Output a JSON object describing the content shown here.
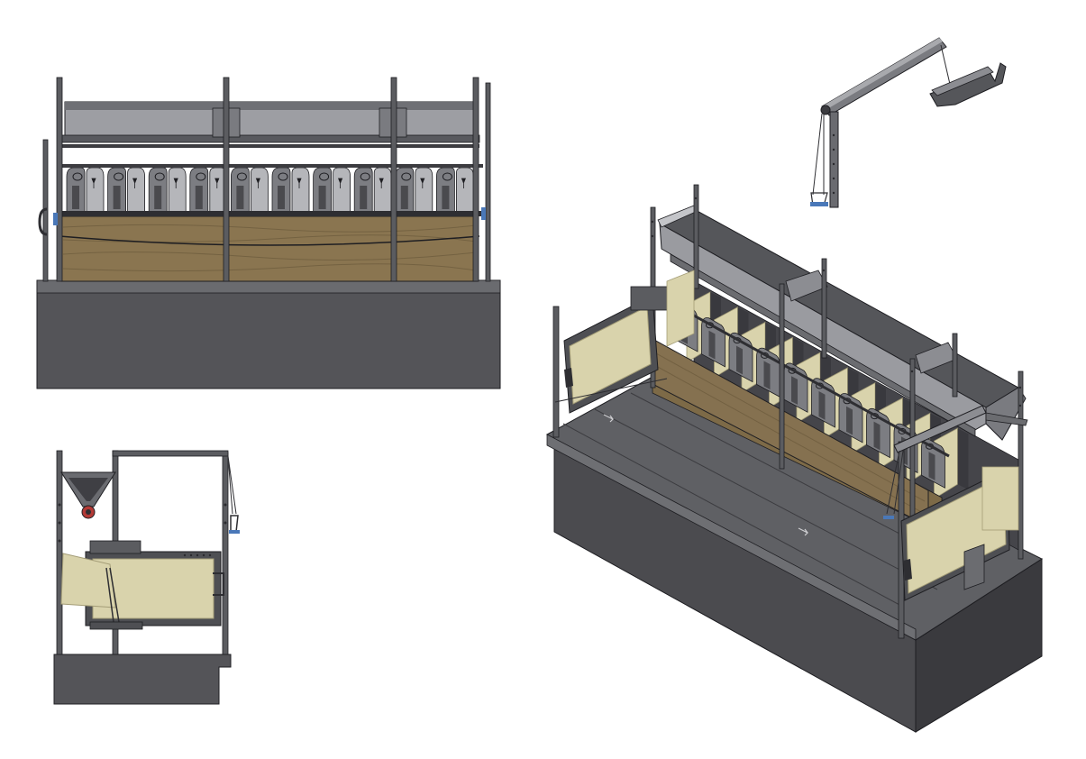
{
  "drawing": {
    "views": [
      {
        "id": "front",
        "label": ""
      },
      {
        "id": "side",
        "label": ""
      },
      {
        "id": "iso",
        "label": ""
      }
    ],
    "stall_count": 10,
    "colors": {
      "background": "#ffffff",
      "steel_dark": "#4a4a4e",
      "steel_mid": "#7c7d82",
      "steel_light": "#b5b6ba",
      "platform_top": "#5f6064",
      "platform_front": "#454549",
      "platform_side": "#323236",
      "wood": "#8a7550",
      "wood_dark": "#6b5a3c",
      "panel": "#d9d3ac",
      "panel_edge": "#a49d77",
      "handle_blue": "#4a78b8",
      "accent_red": "#b23a36",
      "outline": "#1e1e22"
    }
  }
}
